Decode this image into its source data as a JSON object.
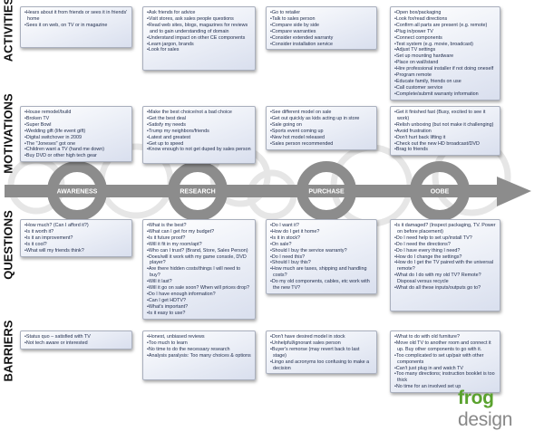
{
  "row_labels": {
    "activities": "ACTIVITIES",
    "motivations": "MOTIVATIONS",
    "questions": "QUESTIONS",
    "barriers": "BARRIERS"
  },
  "stages": [
    {
      "name": "AWARENESS",
      "activities": [
        "Hears about it from friends or sees it in friends' home",
        "Sees it on web, on TV or in magazine"
      ],
      "motivations": [
        "House remodel/build",
        "Broken TV",
        "Super Bowl",
        "Wedding gift (life event gift)",
        "Digital switchover in 2009",
        "The \"Joneses\" got one",
        "Children want a TV (hand me down)",
        "Buy DVD or other high tech gear"
      ],
      "questions": [
        "How much? (Can I afford it?)",
        "Is it worth it?",
        "Is it an improvement?",
        "Is it cool?",
        "What will my friends think?"
      ],
      "barriers": [
        "Status quo – satisfied with TV",
        "Not tech aware or interested"
      ]
    },
    {
      "name": "RESEARCH",
      "activities": [
        "Ask friends for advice",
        "Visit stores, ask sales people questions",
        "Read web sites, blogs, magazines for reviews and to gain understanding of domain",
        "Understand impact on other CE components",
        "Learn jargon, brands",
        "Look for sales"
      ],
      "motivations": [
        "Make the best choice/not a bad choice",
        "Get the best deal",
        "Satisfy my needs",
        "Trump my neighbors/friends",
        "Latest and greatest",
        "Get up to speed",
        "Know enough to not get duped by sales person"
      ],
      "questions": [
        "What is the best?",
        "What can I get for my budget?",
        "Is it future proof?",
        "Will it fit in my room/apt?",
        "Who can I trust? (Brand, Store, Sales Person)",
        "Does/will it work with my game console, DVD player?",
        "Are there hidden costs/things I will need to buy?",
        "Will it last?",
        "Will it go on sale soon? When will prices drop?",
        "Do I have enough information?",
        "Can I get HDTV?",
        "What's important?",
        "Is it easy to use?"
      ],
      "barriers": [
        "Honest, unbiased reviews",
        "Too much to learn",
        "No time to do the necessary research",
        "Analysis paralysis: Too many choices & options"
      ]
    },
    {
      "name": "PURCHASE",
      "activities": [
        "Go to retailer",
        "Talk to sales person",
        "Compare side by side",
        "Compare warranties",
        "Consider extended warranty",
        "Consider installation service"
      ],
      "motivations": [
        "See different model on sale",
        "Get out quickly as kids acting up in store",
        "Sale going on",
        "Sports event coming up",
        "New hot model released",
        "Sales person recommended"
      ],
      "questions": [
        "Do I want it?",
        "How do I get it home?",
        "Is it in stock?",
        "On sale?",
        "Should I buy the service warranty?",
        "Do I need this?",
        "Should I buy this?",
        "How much are taxes, shipping and handling costs?",
        "Do my old components, cables, etc work with the new TV?"
      ],
      "barriers": [
        "Don't have desired model in stock",
        "Unhelpful/ignorant sales person",
        "Buyer's remorse (may revert back to last stage)",
        "Lingo and acronyms too confusing to make a decision"
      ]
    },
    {
      "name": "OOBE",
      "activities": [
        "Open box/packaging",
        "Look for/read directions",
        "Confirm all parts are present (e.g. remote)",
        "Plug in/power TV",
        "Connect components",
        "Test system (e.g. movie, broadcast)",
        "Adjust TV settings",
        "Set up mounting hardware",
        "Place on wall/stand",
        "Hire professional installer if not doing oneself",
        "Program remote",
        "Educate family, friends on use",
        "Call customer service",
        "Complete/submit warranty information"
      ],
      "motivations": [
        "Get it finished fast (Busy, excited to see it work)",
        "Relish unboxing (but not make it challenging)",
        "Avoid frustration",
        "Don't hurt back lifting it",
        "Check out the new HD broadcast/DVD",
        "Brag to friends"
      ],
      "questions": [
        "Is it damaged? (Inspect packaging, TV. Power on before placement)",
        "Do I need help to set up/install TV?",
        "Do I need the directions?",
        "Do I have every thing I need?",
        "How do I change the settings?",
        "How do I get the TV paired with the universal remote?",
        "What do I do with my old TV? Remote? Disposal versus recycle",
        "What do all these inputs/outputs go to?"
      ],
      "barriers": [
        "What to do with old furniture?",
        "Move old TV to another room and connect it up. Buy other components to go with it.",
        "Too complicated to set up/pair with other components",
        "Can't just plug in and watch TV",
        "Too many directions; instruction booklet is too thick",
        "No time for an involved set up"
      ]
    }
  ],
  "logo": {
    "part1": "frog",
    "part2": " design"
  },
  "colors": {
    "ring": "#8c8c8c",
    "logo_green": "#5aa22e",
    "box_text": "#1d2a4a"
  }
}
